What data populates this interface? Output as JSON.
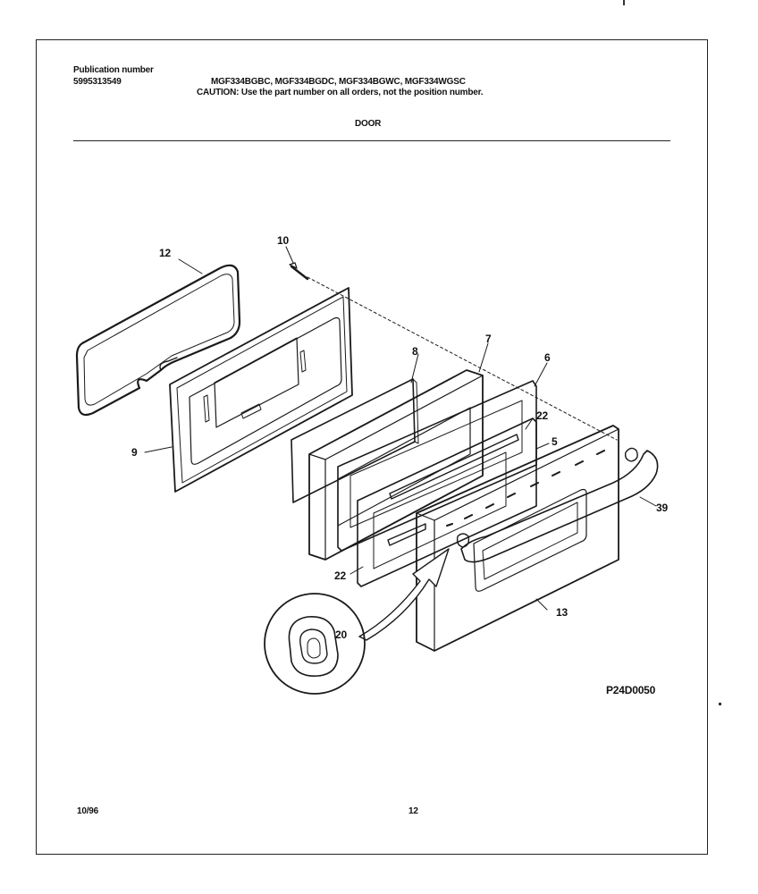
{
  "header": {
    "publication_label": "Publication number",
    "publication_number": "5995313549",
    "models": "MGF334BGBC, MGF334BGDC, MGF334BGWC, MGF334WGSC",
    "caution": "CAUTION:  Use the part number on all orders, not the position number.",
    "section_title": "DOOR"
  },
  "callouts": [
    "12",
    "10",
    "8",
    "7",
    "6",
    "22",
    "5",
    "9",
    "39",
    "22",
    "13",
    "20"
  ],
  "diagram_code": "P24D0050",
  "footer": {
    "date": "10/96",
    "page_number": "12"
  }
}
